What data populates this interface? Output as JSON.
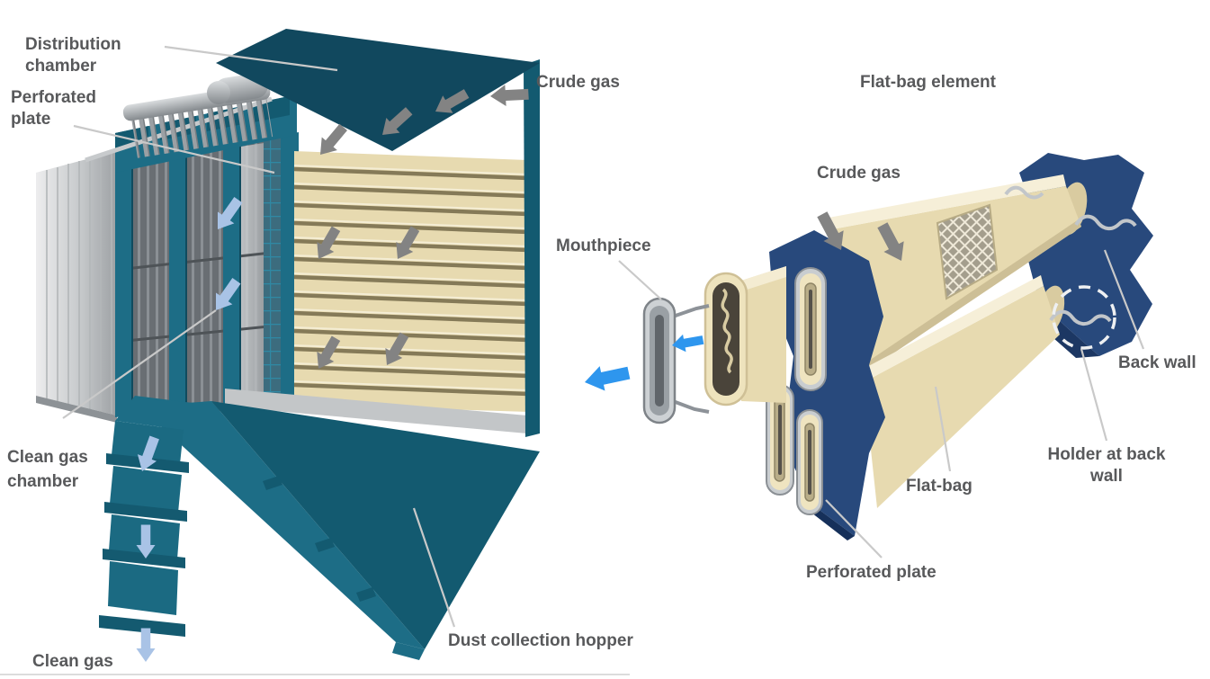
{
  "figure": {
    "description": "Cutaway diagram of a flat-bag dust collector (left) and exploded view of a flat-bag element (right)"
  },
  "left_diagram": {
    "labels": {
      "distribution_chamber": "Distribution chamber",
      "perforated_plate": "Perforated plate",
      "crude_gas": "Crude gas",
      "clean_gas_chamber": "Clean gas chamber",
      "clean_gas": "Clean gas",
      "dust_collection_hopper": "Dust collection hopper"
    }
  },
  "right_diagram": {
    "title": "Flat-bag element",
    "labels": {
      "crude_gas": "Crude gas",
      "mouthpiece": "Mouthpiece",
      "back_wall": "Back wall",
      "holder_at_back_wall": "Holder at back wall",
      "flat_bag": "Flat-bag",
      "perforated_plate": "Perforated plate"
    }
  },
  "flow_arrows": {
    "crude_gas": "gray",
    "clean_gas": "light-blue",
    "clean_gas_outlet": "bright-blue"
  },
  "colors": {
    "label_text": "#58595b",
    "teal": "#1d6d86",
    "teal_dark": "#135a70",
    "roof_teal": "#11485e",
    "cream_bag": "#e7dab0",
    "bag_slat": "#857a58",
    "navy_plate": "#28497c",
    "silver": "#c9ccce",
    "gray_arrow": "#838383",
    "light_blue_arrow": "#a9c3e6",
    "bright_blue_arrow": "#2e96ee",
    "leader_line": "#c9c9c9"
  }
}
